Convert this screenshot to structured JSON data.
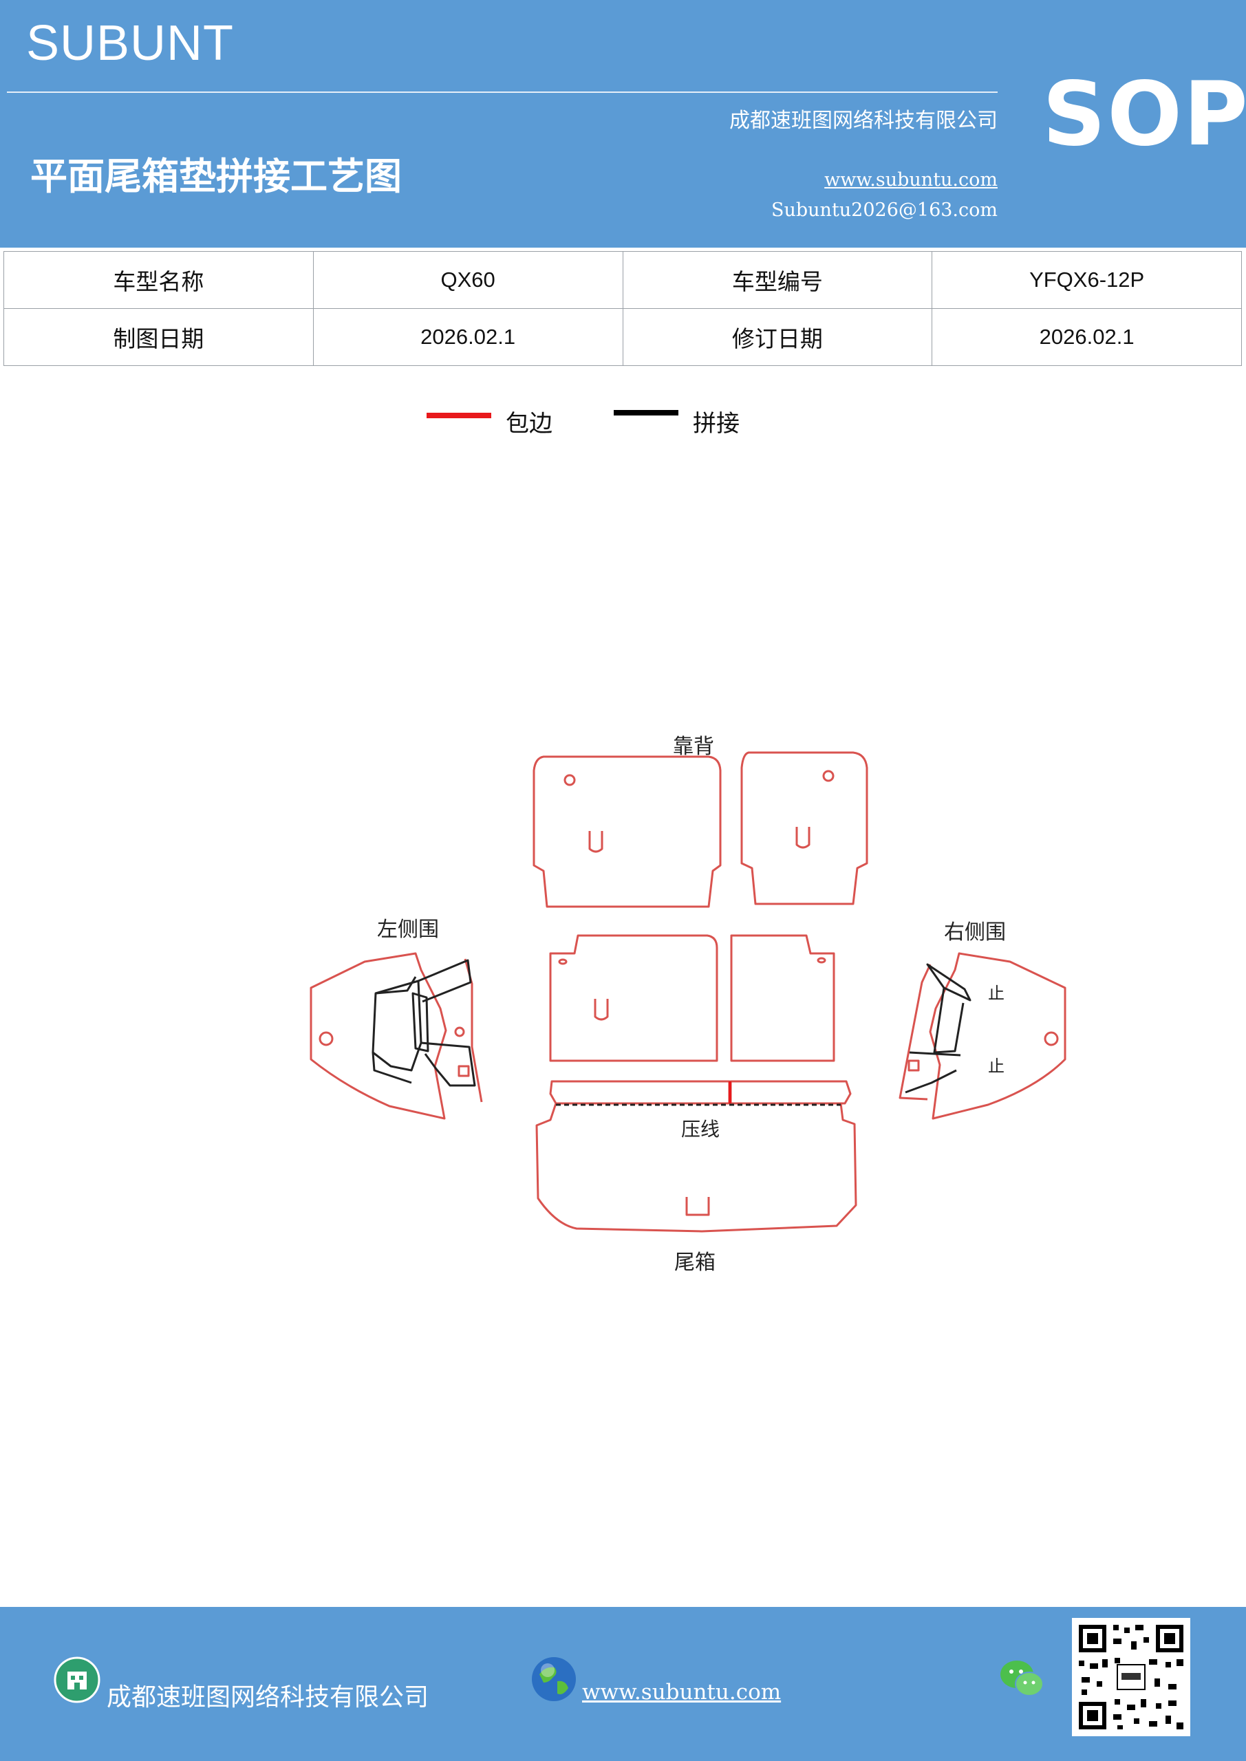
{
  "header": {
    "brand": "SUBUNT",
    "sop": "SOP",
    "company": "成都速班图网络科技有限公司",
    "title": "平面尾箱垫拼接工艺图",
    "website": "www.subuntu.com",
    "email": "Subuntu2026@163.com"
  },
  "info_table": {
    "rows": [
      [
        {
          "text": "车型名称"
        },
        {
          "text": "QX60"
        },
        {
          "text": "车型编号"
        },
        {
          "text": "YFQX6-12P"
        }
      ],
      [
        {
          "text": "制图日期"
        },
        {
          "text": "2026.02.1"
        },
        {
          "text": "修订日期"
        },
        {
          "text": "2026.02.1"
        }
      ]
    ]
  },
  "legend": {
    "items": [
      {
        "label": "包边",
        "color": "#e8191c"
      },
      {
        "label": "拼接",
        "color": "#000000"
      }
    ]
  },
  "diagram": {
    "labels": {
      "backrest": "靠背",
      "left_side": "左侧围",
      "right_side": "右侧围",
      "crease": "压线",
      "trunk": "尾箱",
      "stop1": "止",
      "stop2": "止"
    },
    "colors": {
      "edge": "#d9534f",
      "seam": "#222222"
    }
  },
  "footer": {
    "company": "成都速班图网络科技有限公司",
    "website": "www.subuntu.com",
    "icons": [
      "building-icon",
      "globe-icon",
      "wechat-icon",
      "qr-code"
    ]
  }
}
